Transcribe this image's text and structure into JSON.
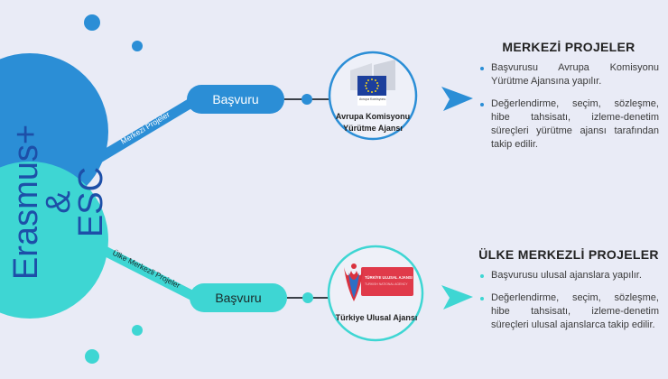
{
  "main_title": {
    "line1": "Erasmus+",
    "line2": "&",
    "line3": "ESC"
  },
  "colors": {
    "background": "#e9ebf6",
    "blue": "#2b8ed6",
    "teal": "#3ed6d3",
    "title_text": "#1d4fa8",
    "connector": "#3a4048"
  },
  "branches": [
    {
      "branch_label": "Merkezi Projeler",
      "pill_label": "Başvuru",
      "agency": {
        "logo_caption": "Avrupa Komisyonu",
        "name_line1": "Avrupa Komisyonu",
        "name_line2": "Yürütme Ajansı"
      },
      "section": {
        "heading": "MERKEZİ PROJELER",
        "bullets": [
          "Başvurusu Avrupa Komisyonu Yürütme Ajansına yapılır.",
          "Değerlendirme, seçim, sözleşme, hibe tahsisatı, izleme-denetim süreçleri yürütme ajansı tarafından takip edilir."
        ]
      }
    },
    {
      "branch_label": "Ülke Merkezli Projeler",
      "pill_label": "Başvuru",
      "agency": {
        "logo_text_line1": "TÜRKİYE ULUSAL AJANSI",
        "logo_text_line2": "TURKISH NATIONAL AGENCY",
        "name_line1": "Türkiye Ulusal Ajansı"
      },
      "section": {
        "heading": "ÜLKE MERKEZLİ PROJELER",
        "bullets": [
          "Başvurusu ulusal ajanslara yapılır.",
          "Değerlendirme, seçim, sözleşme, hibe tahsisatı, izleme-denetim süreçleri ulusal ajanslarca takip edilir."
        ]
      }
    }
  ]
}
